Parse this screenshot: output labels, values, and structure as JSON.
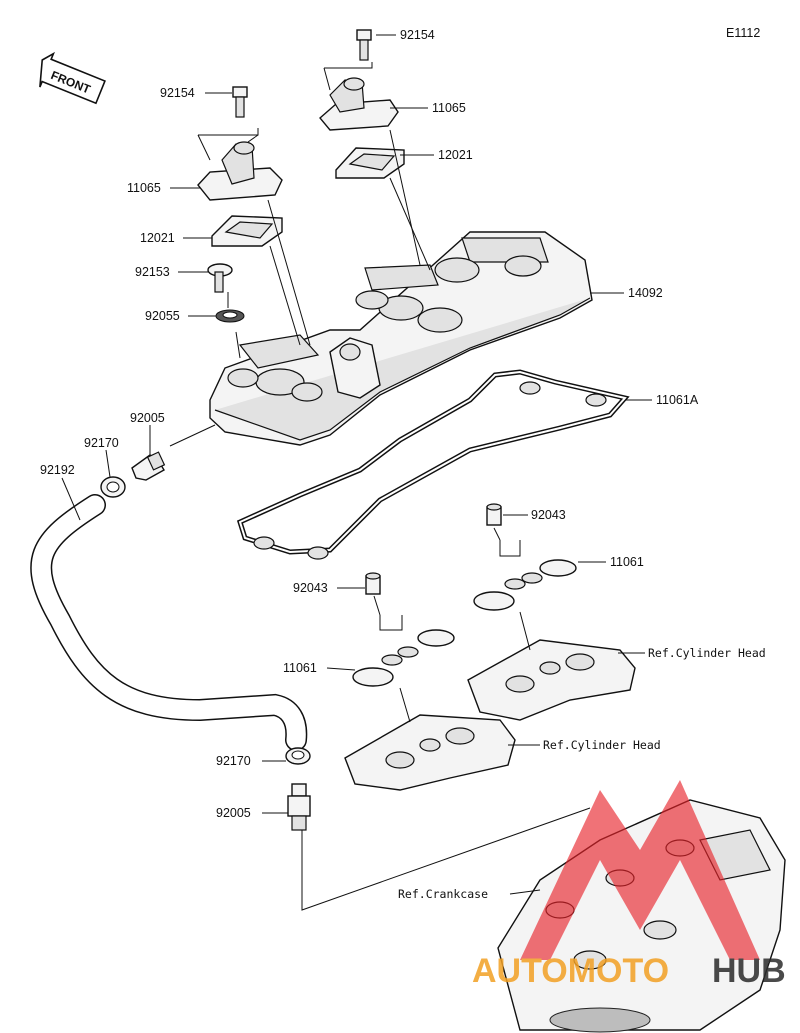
{
  "diagram_code": "E1112",
  "front_label": "FRONT",
  "callouts": {
    "p92154_top": "92154",
    "p11065_right": "11065",
    "p12021_right": "12021",
    "p14092": "14092",
    "p11061A": "11061A",
    "p92154_left": "92154",
    "p11065_left": "11065",
    "p12021_left": "12021",
    "p92153": "92153",
    "p92055": "92055",
    "p92005_top": "92005",
    "p92170_top": "92170",
    "p92192": "92192",
    "p92043_right": "92043",
    "p11061_right": "11061",
    "p92043_left": "92043",
    "p11061_left": "11061",
    "ref_cyl_head_right": "Ref.Cylinder Head",
    "ref_cyl_head_left": "Ref.Cylinder Head",
    "p92170_bottom": "92170",
    "p92005_bottom": "92005",
    "ref_crankcase": "Ref.Crankcase"
  },
  "watermark": {
    "text_orange": "AUTOMOTO",
    "text_dark": "HUB",
    "color_orange": "#f2a024",
    "color_dark": "#2b2b2b",
    "color_red": "#e8232a"
  }
}
